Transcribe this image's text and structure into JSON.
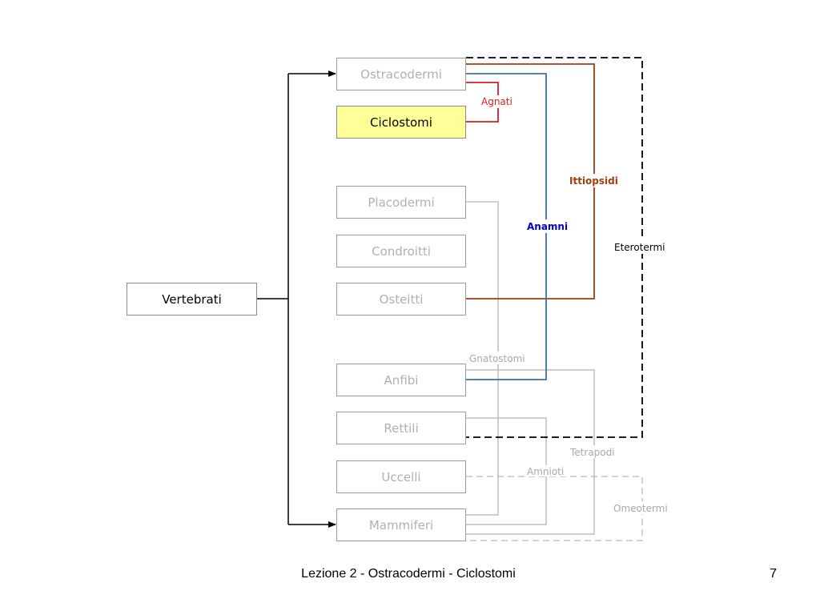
{
  "diagram": {
    "root": "Vertebrati",
    "taxa": [
      {
        "id": "ostracodermi",
        "label": "Ostracodermi"
      },
      {
        "id": "ciclostomi",
        "label": "Ciclostomi"
      },
      {
        "id": "placodermi",
        "label": "Placodermi"
      },
      {
        "id": "condroitti",
        "label": "Condroitti"
      },
      {
        "id": "osteitti",
        "label": "Osteitti"
      },
      {
        "id": "anfibi",
        "label": "Anfibi"
      },
      {
        "id": "rettili",
        "label": "Rettili"
      },
      {
        "id": "uccelli",
        "label": "Uccelli"
      },
      {
        "id": "mammiferi",
        "label": "Mammiferi"
      }
    ],
    "groups": {
      "agnati": "Agnati",
      "ittiopsidi": "Ittiopsidi",
      "anamni": "Anamni",
      "eterotermi": "Eterotermi",
      "gnatostomi": "Gnatostomi",
      "tetrapodi": "Tetrapodi",
      "amnioti": "Amnioti",
      "omeotermi": "Omeotermi"
    },
    "highlighted": "ciclostomi"
  },
  "colors": {
    "agnati": "#d42020",
    "ittiopsidi": "#a03c10",
    "anamni": "#3a6fb0",
    "anamni_label": "#0000cc",
    "eterotermi": "#000000",
    "grey_group": "#bdbdbd",
    "grey_label": "#a8a8a8",
    "highlight_fill": "#ffff99"
  },
  "footer": {
    "title": "Lezione 2 - Ostracodermi - Ciclostomi",
    "page": "7"
  }
}
